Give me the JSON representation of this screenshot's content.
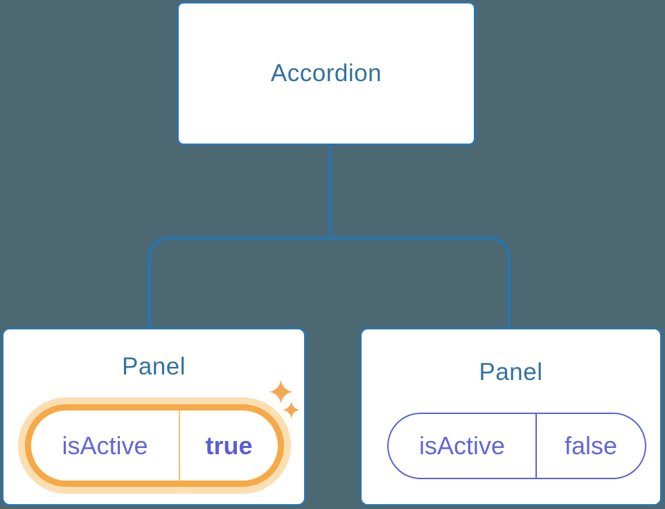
{
  "colors": {
    "background": "#4c6873",
    "connector": "#2e73a7",
    "node_bg": "#ffffff",
    "node_title": "#35719f",
    "prop_text": "#6167da",
    "prop_value_active": "#5a5fd3",
    "active_ring": "#f5a947",
    "active_halo": "#fbdfb2",
    "active_divider": "#f8bf6a",
    "inactive_pill": "#5b63d3",
    "sparkle": "#f2a952"
  },
  "tree": {
    "root": {
      "label": "Accordion"
    },
    "children": [
      {
        "label": "Panel",
        "state": "active",
        "highlighted": true,
        "icon": "sparkle-icon",
        "prop": {
          "name": "isActive",
          "value": "true"
        }
      },
      {
        "label": "Panel",
        "state": "inactive",
        "highlighted": false,
        "prop": {
          "name": "isActive",
          "value": "false"
        }
      }
    ]
  }
}
